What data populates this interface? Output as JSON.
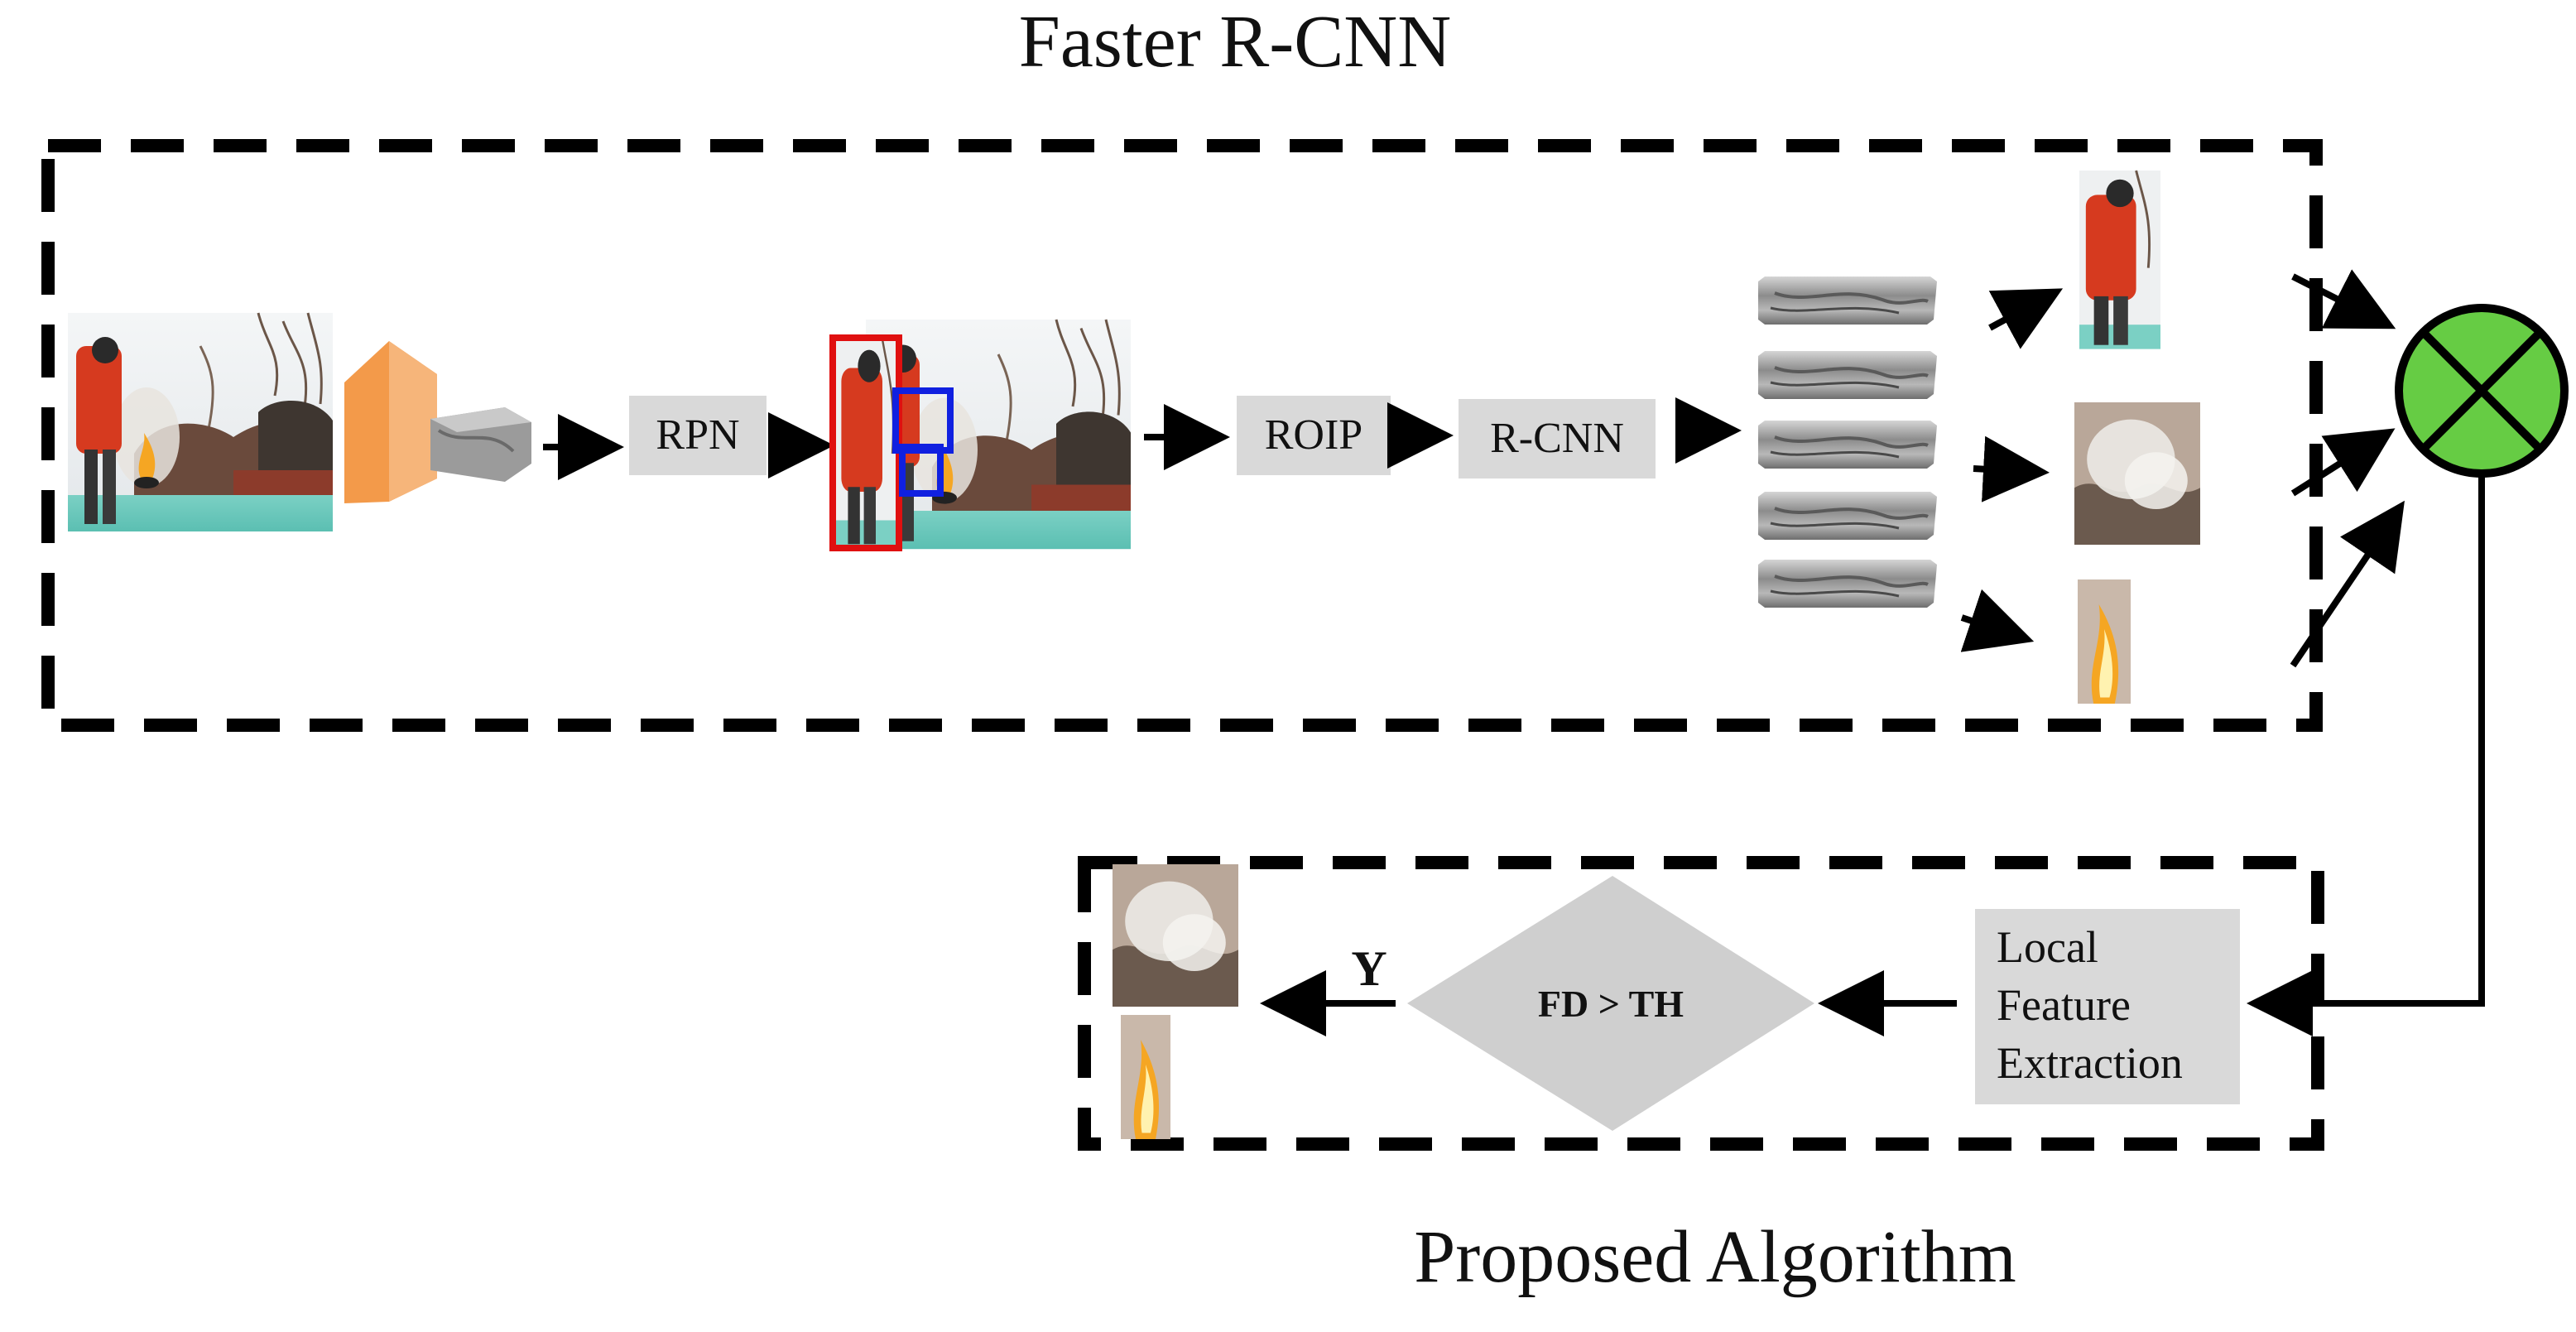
{
  "titles": {
    "top": "Faster R-CNN",
    "bottom": "Proposed Algorithm"
  },
  "stages": {
    "rpn": "RPN",
    "roip": "ROIP",
    "rcnn": "R-CNN"
  },
  "feature_block": {
    "line1": "Local",
    "line2": "Feature",
    "line3": "Extraction"
  },
  "decision": {
    "label": "FD > TH",
    "yes_label": "Y"
  },
  "icons": {
    "combiner": "circle-x-icon",
    "cnn": "cnn-block-icon"
  },
  "colors": {
    "stage_box": "#d9d9d9",
    "decision": "#cfcfcf",
    "combiner_fill": "#66cc44",
    "cnn_orange": "#f6a55a",
    "bbox_person": "#e01010",
    "bbox_fire": "#1020e0"
  }
}
